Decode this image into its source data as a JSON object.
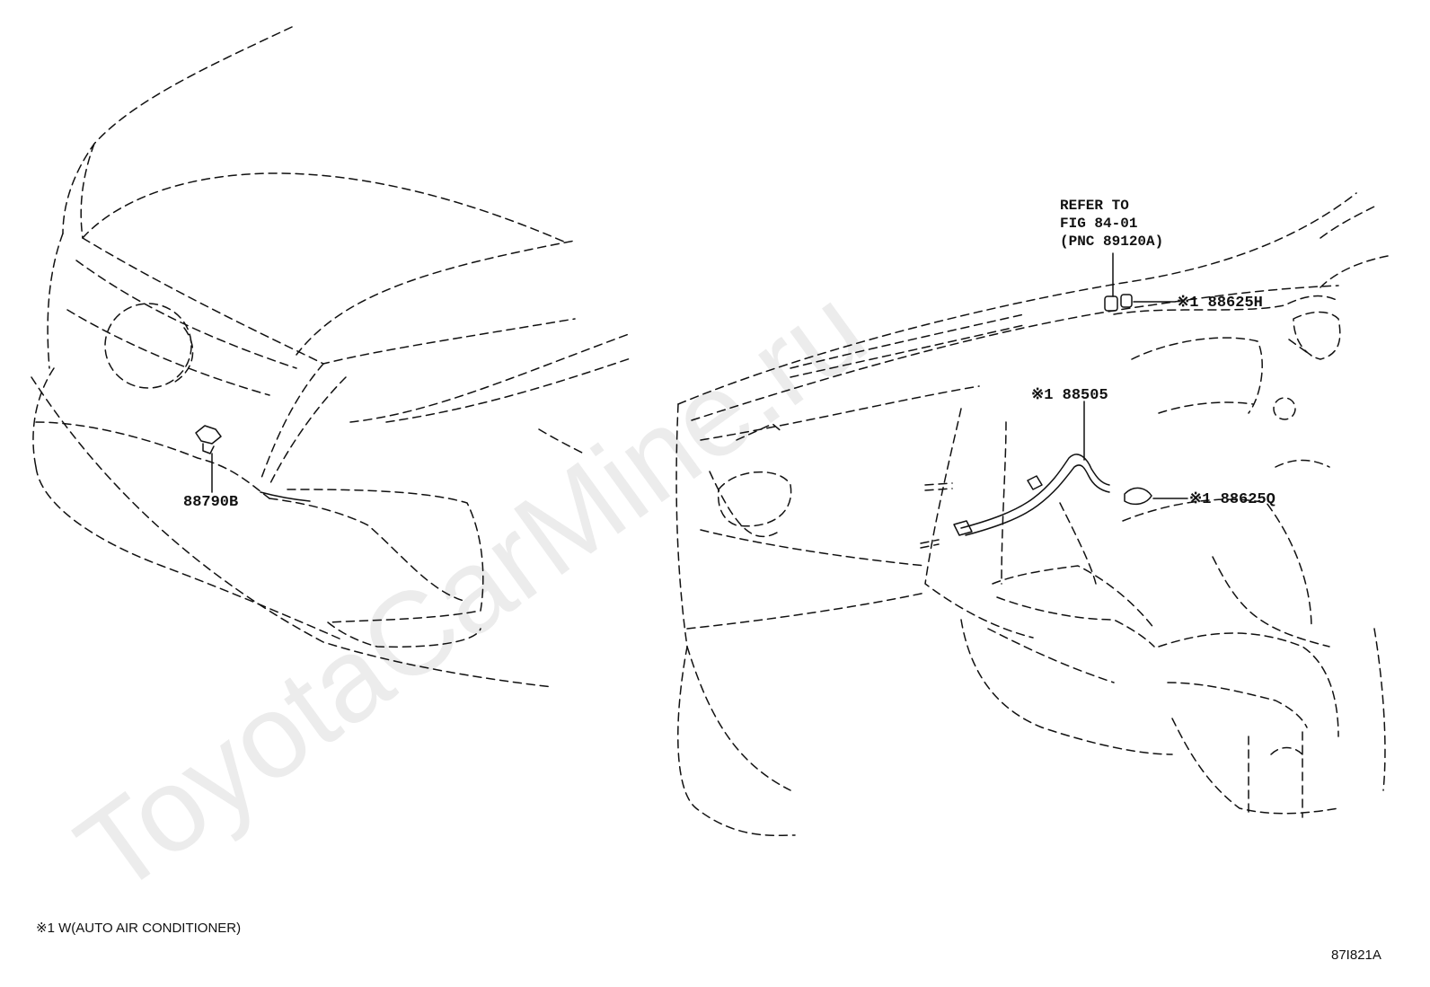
{
  "watermark": "ToyotaCarMine.ru",
  "callouts": {
    "front_sensor": "88790B",
    "refer_line1": "REFER TO",
    "refer_line2": "FIG 84-01",
    "refer_line3": "(PNC 89120A)",
    "dash_top_part": "※1 88625H",
    "harness_part": "※1 88505",
    "dash_side_part": "※1 88625Q"
  },
  "footnote": "※1 W(AUTO AIR CONDITIONER)",
  "figure_code": "87I821A"
}
